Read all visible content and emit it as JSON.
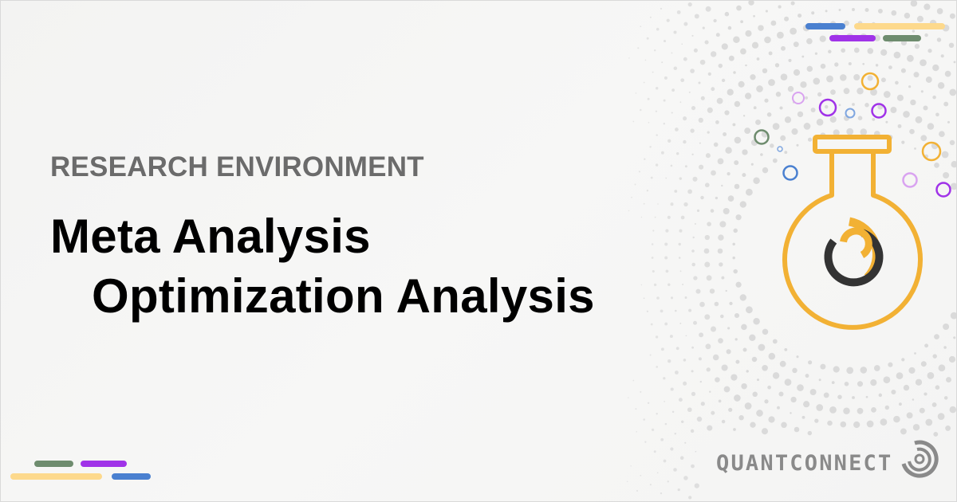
{
  "header": {
    "eyebrow": "RESEARCH ENVIRONMENT",
    "title_line_1": "Meta Analysis",
    "title_line_2": "Optimization Analysis"
  },
  "brand": {
    "wordmark": "QUANTCONNECT",
    "logo_icon": "quantconnect-logo-icon"
  },
  "illustration": {
    "icon": "flask-icon",
    "bubble_icon": "bubble-icon",
    "colors": {
      "flask": "#f2b134",
      "logo_dark": "#333333",
      "blue": "#4a80d0",
      "purple": "#a033e8",
      "green": "#6e8c6e",
      "yellow": "#fdd98c",
      "dot_pattern": "#d7d7d7",
      "text_muted": "#6b6b6b"
    }
  },
  "decorations": {
    "dash_icon": "accent-dash-icon"
  }
}
